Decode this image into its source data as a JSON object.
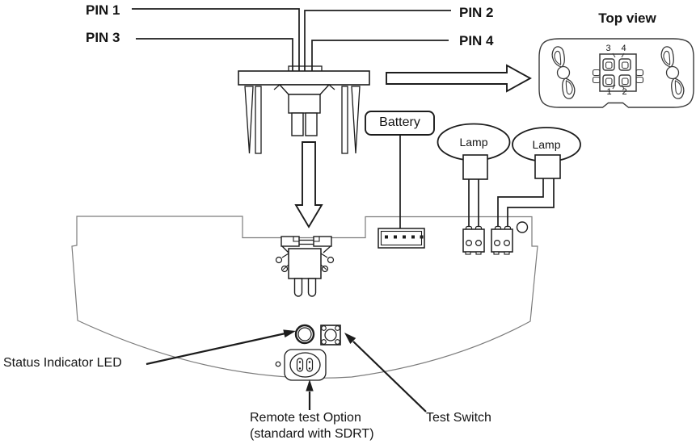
{
  "labels": {
    "pin1": "PIN 1",
    "pin2": "PIN 2",
    "pin3": "PIN 3",
    "pin4": "PIN 4",
    "top_view": "Top view",
    "battery": "Battery",
    "lamp_left": "Lamp",
    "lamp_right": "Lamp",
    "status_led": "Status Indicator LED",
    "remote_test_line1": "Remote test Option",
    "remote_test_line2": "(standard with SDRT)",
    "test_switch": "Test Switch",
    "pin_top_left": "3",
    "pin_top_right": "4",
    "pin_bottom_left": "1",
    "pin_bottom_right": "2"
  },
  "colors": {
    "ink": "#1c1c1c",
    "board_line": "#7c7c7c",
    "background": "#ffffff"
  }
}
